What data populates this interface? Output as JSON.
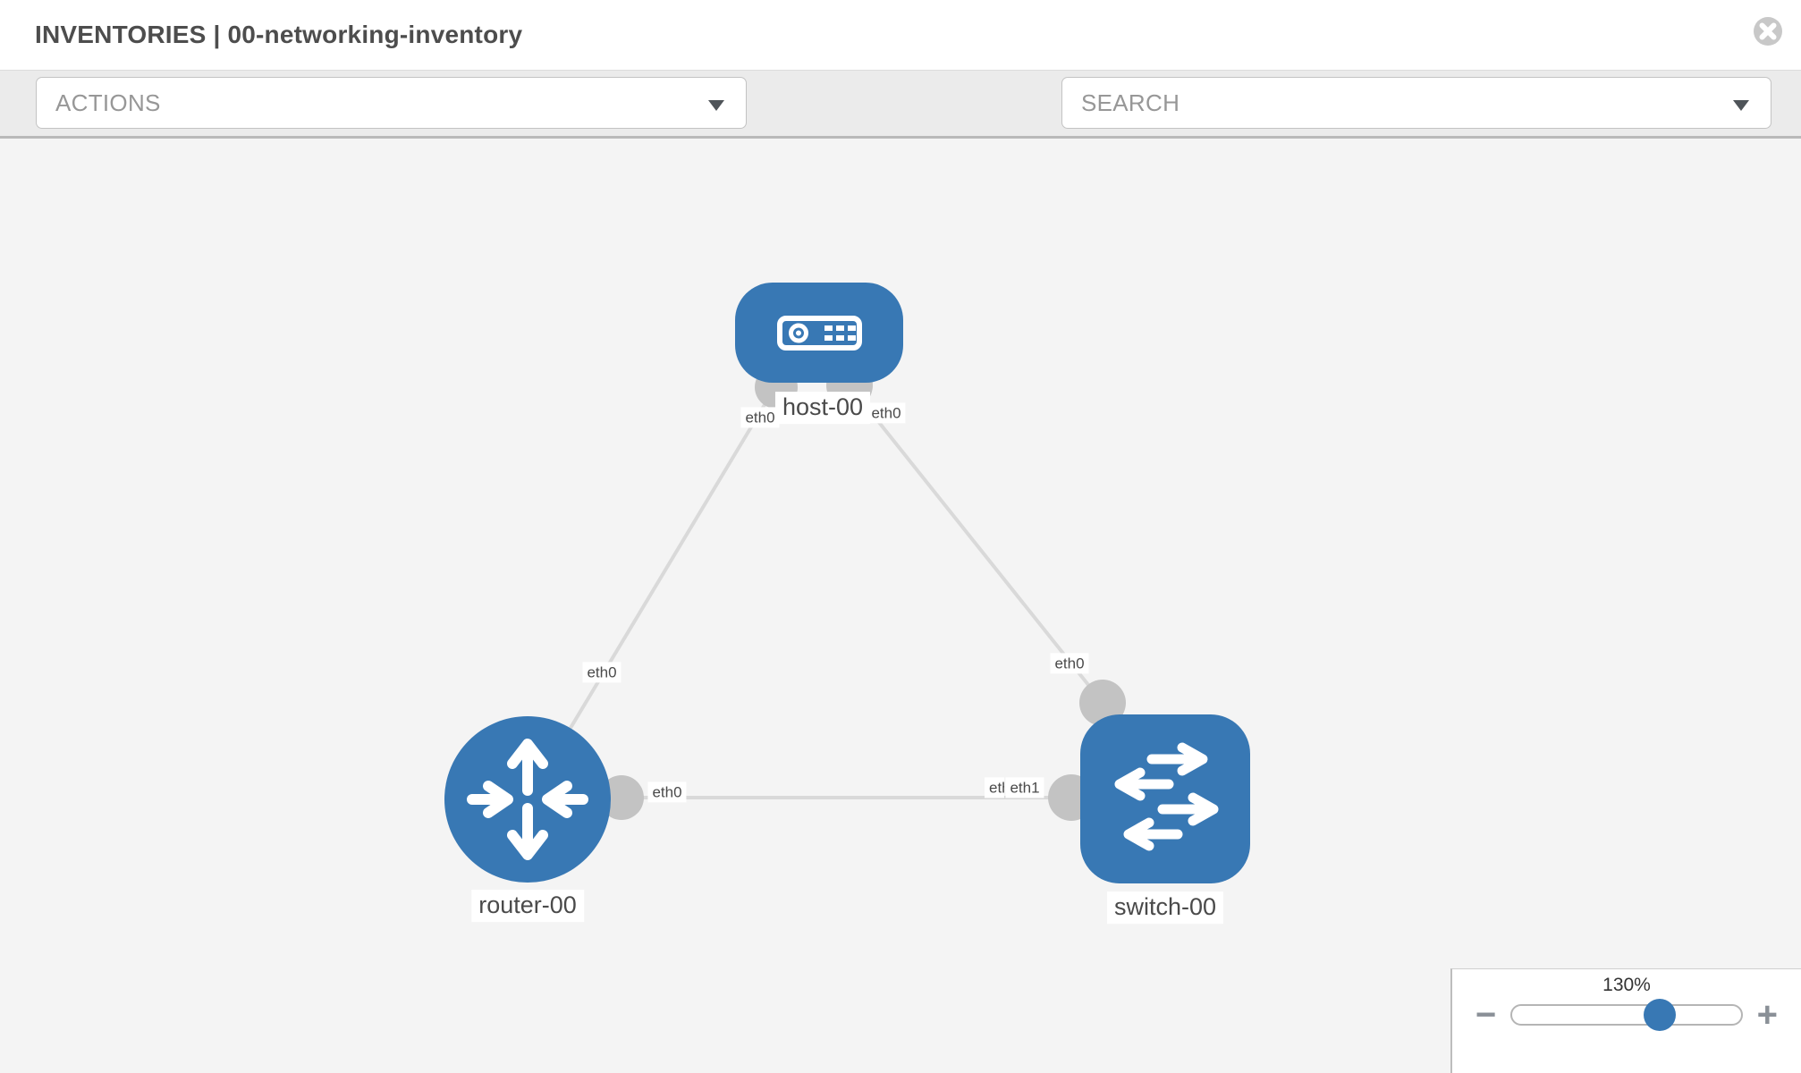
{
  "header": {
    "title": "INVENTORIES | 00-networking-inventory"
  },
  "toolbar": {
    "actions_label": "ACTIONS",
    "search_label": "SEARCH",
    "icons": [
      "wrench-icon",
      "key-icon"
    ]
  },
  "topology": {
    "nodes": {
      "host": {
        "label": "host-00",
        "type": "host"
      },
      "router": {
        "label": "router-00",
        "type": "router"
      },
      "switch": {
        "label": "switch-00",
        "type": "switch"
      }
    },
    "links": [
      {
        "from": "host-00",
        "to": "router-00",
        "from_if": "eth0",
        "to_if": "eth0"
      },
      {
        "from": "host-00",
        "to": "switch-00",
        "from_if": "eth0",
        "to_if": "eth0"
      },
      {
        "from": "router-00",
        "to": "switch-00",
        "from_if": "eth0",
        "to_if": "eth1"
      }
    ],
    "interface_labels": {
      "host_left": "eth0",
      "host_right": "eth0",
      "link_host_router_mid": "eth0",
      "link_host_switch_mid": "eth0",
      "router_port": "eth0",
      "switch_port_back": "eth0",
      "switch_port_front": "eth1"
    }
  },
  "zoom_control": {
    "level": "130%",
    "minus": "−",
    "plus": "+"
  },
  "colors": {
    "node_blue": "#3878b4",
    "link_gray": "#d9d9d9",
    "port_gray": "#c3c3c3",
    "canvas_bg": "#f4f4f4",
    "toolbar_bg": "#ebebeb"
  }
}
